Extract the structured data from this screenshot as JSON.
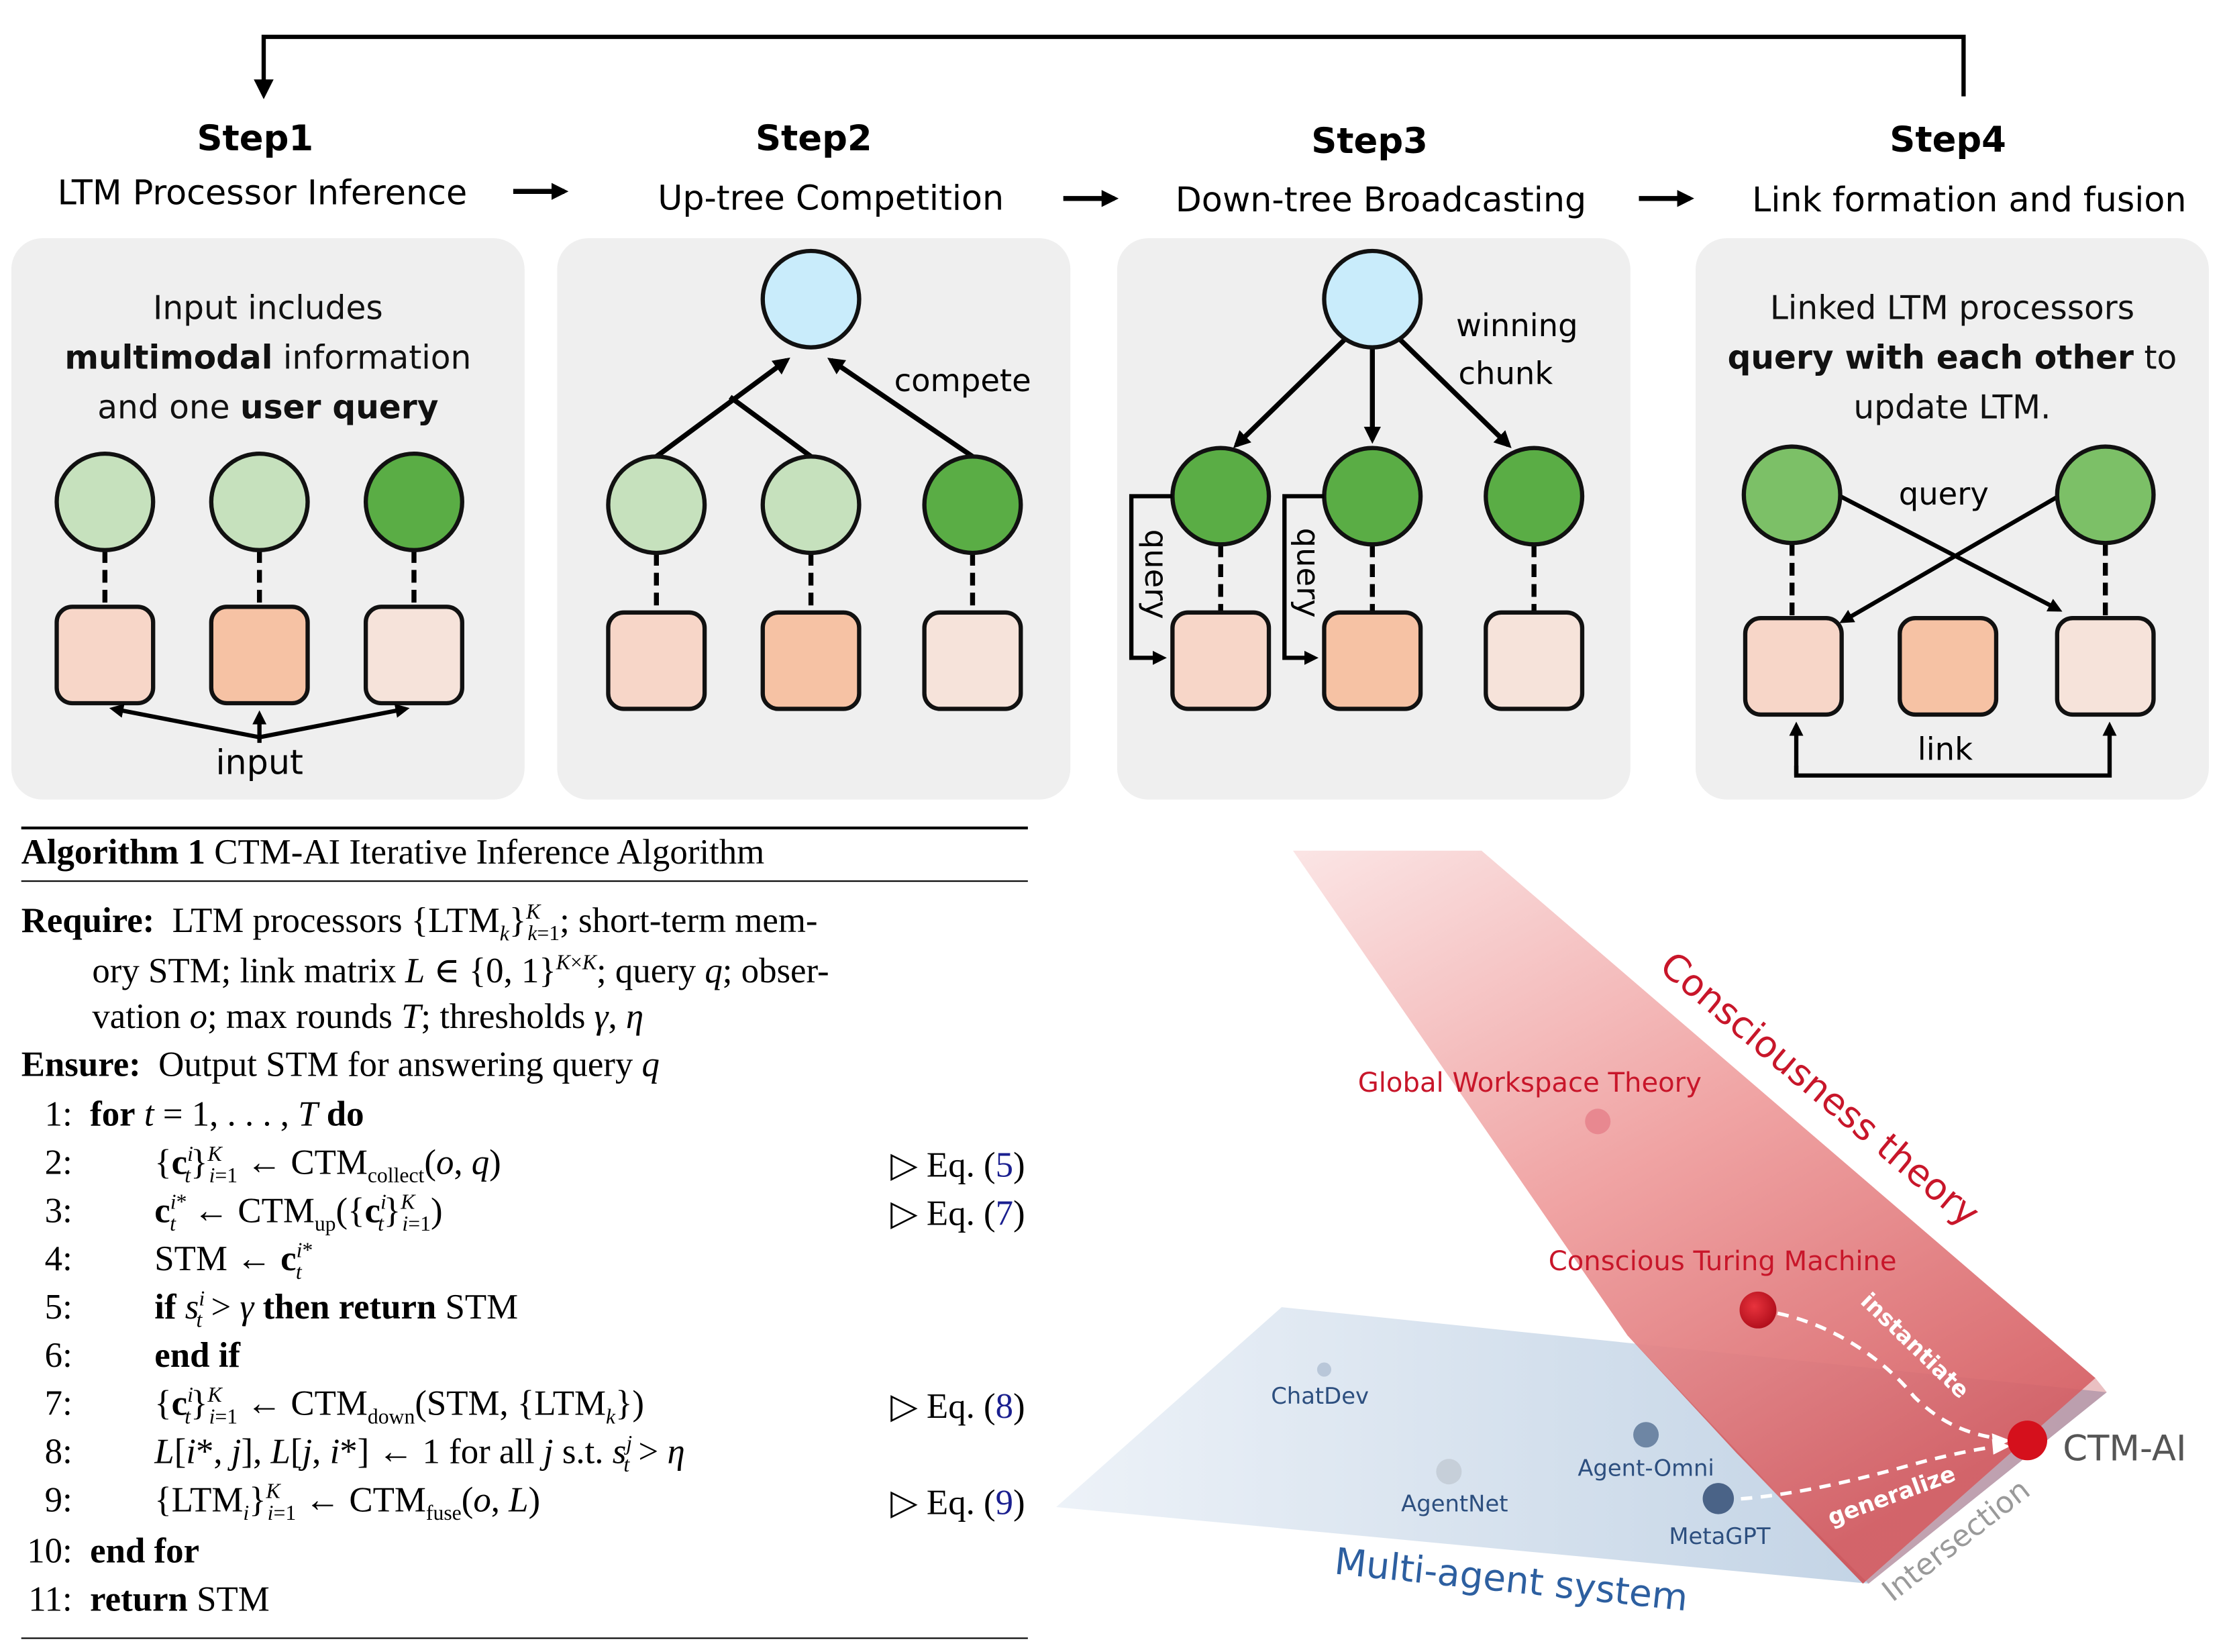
{
  "steps": [
    {
      "label": "Step1",
      "title": "LTM Processor Inference"
    },
    {
      "label": "Step2",
      "title": "Up-tree Competition"
    },
    {
      "label": "Step3",
      "title": "Down-tree Broadcasting"
    },
    {
      "label": "Step4",
      "title": "Link formation and fusion"
    }
  ],
  "panel1": {
    "line1": "Input includes",
    "line2_bold": "multimodal",
    "line2_rest": " information",
    "line3_pre": "and one ",
    "line3_bold": "user query",
    "input_label": "input"
  },
  "panel2": {
    "compete_label": "compete"
  },
  "panel3": {
    "winning_label_1": "winning",
    "winning_label_2": "chunk",
    "query_label": "query"
  },
  "panel4": {
    "line1": "Linked LTM processors",
    "line2_bold": "query with each other",
    "line2_rest": " to",
    "line3": "update LTM.",
    "query_label": "query",
    "link_label": "link"
  },
  "algorithm": {
    "title_bold": "Algorithm 1",
    "title_rest": " CTM-AI Iterative Inference Algorithm",
    "require_kw": "Require:",
    "ensure_kw": "Ensure:",
    "ensure_text": "Output STM for answering query",
    "line_numbers": [
      "1:",
      "2:",
      "3:",
      "4:",
      "5:",
      "6:",
      "7:",
      "8:",
      "9:",
      "10:",
      "11:"
    ],
    "comment_prefix": "▷ Eq. (",
    "eq_refs": [
      "5",
      "7",
      "8",
      "9"
    ]
  },
  "venn": {
    "consciousness_label": "Consciousness theory",
    "multiagent_label": "Multi-agent system",
    "intersection_label": "Intersection",
    "gwt": "Global Workspace Theory",
    "ctm": "Conscious Turing Machine",
    "ctmai": "CTM-AI",
    "chatdev": "ChatDev",
    "agentnet": "AgentNet",
    "agentomni": "Agent-Omni",
    "metagpt": "MetaGPT",
    "instantiate": "instantiate",
    "generalize": "generalize"
  },
  "colors": {
    "panel_bg": "#efefef",
    "node_light_blue": "#c9ecfb",
    "node_light_green": "#c6e1bd",
    "node_dark_green": "#5aad45",
    "node_mid_green": "#7cc067",
    "box_light": "#f7d6c8",
    "box_mid": "#f6c2a4",
    "box_pale": "#f6e3da",
    "consciousness_red": "#c8162a",
    "multiagent_blue": "#2d5fa0"
  }
}
